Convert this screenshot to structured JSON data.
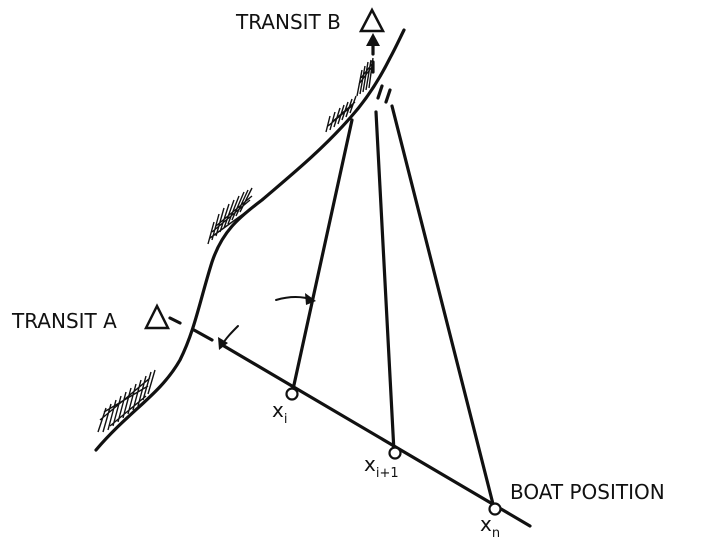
{
  "labels": {
    "transit_a": "TRANSIT A",
    "transit_b": "TRANSIT B",
    "boat_position": "BOAT POSITION",
    "point_i": {
      "base": "x",
      "sub": "i"
    },
    "point_i1": {
      "base": "x",
      "sub": "i+1"
    },
    "point_n": {
      "base": "x",
      "sub": "n"
    }
  },
  "icons": {
    "transit_marker": "triangle-icon",
    "boat_point": "circle-icon"
  },
  "colors": {
    "ink": "#111111",
    "background": "#ffffff"
  }
}
